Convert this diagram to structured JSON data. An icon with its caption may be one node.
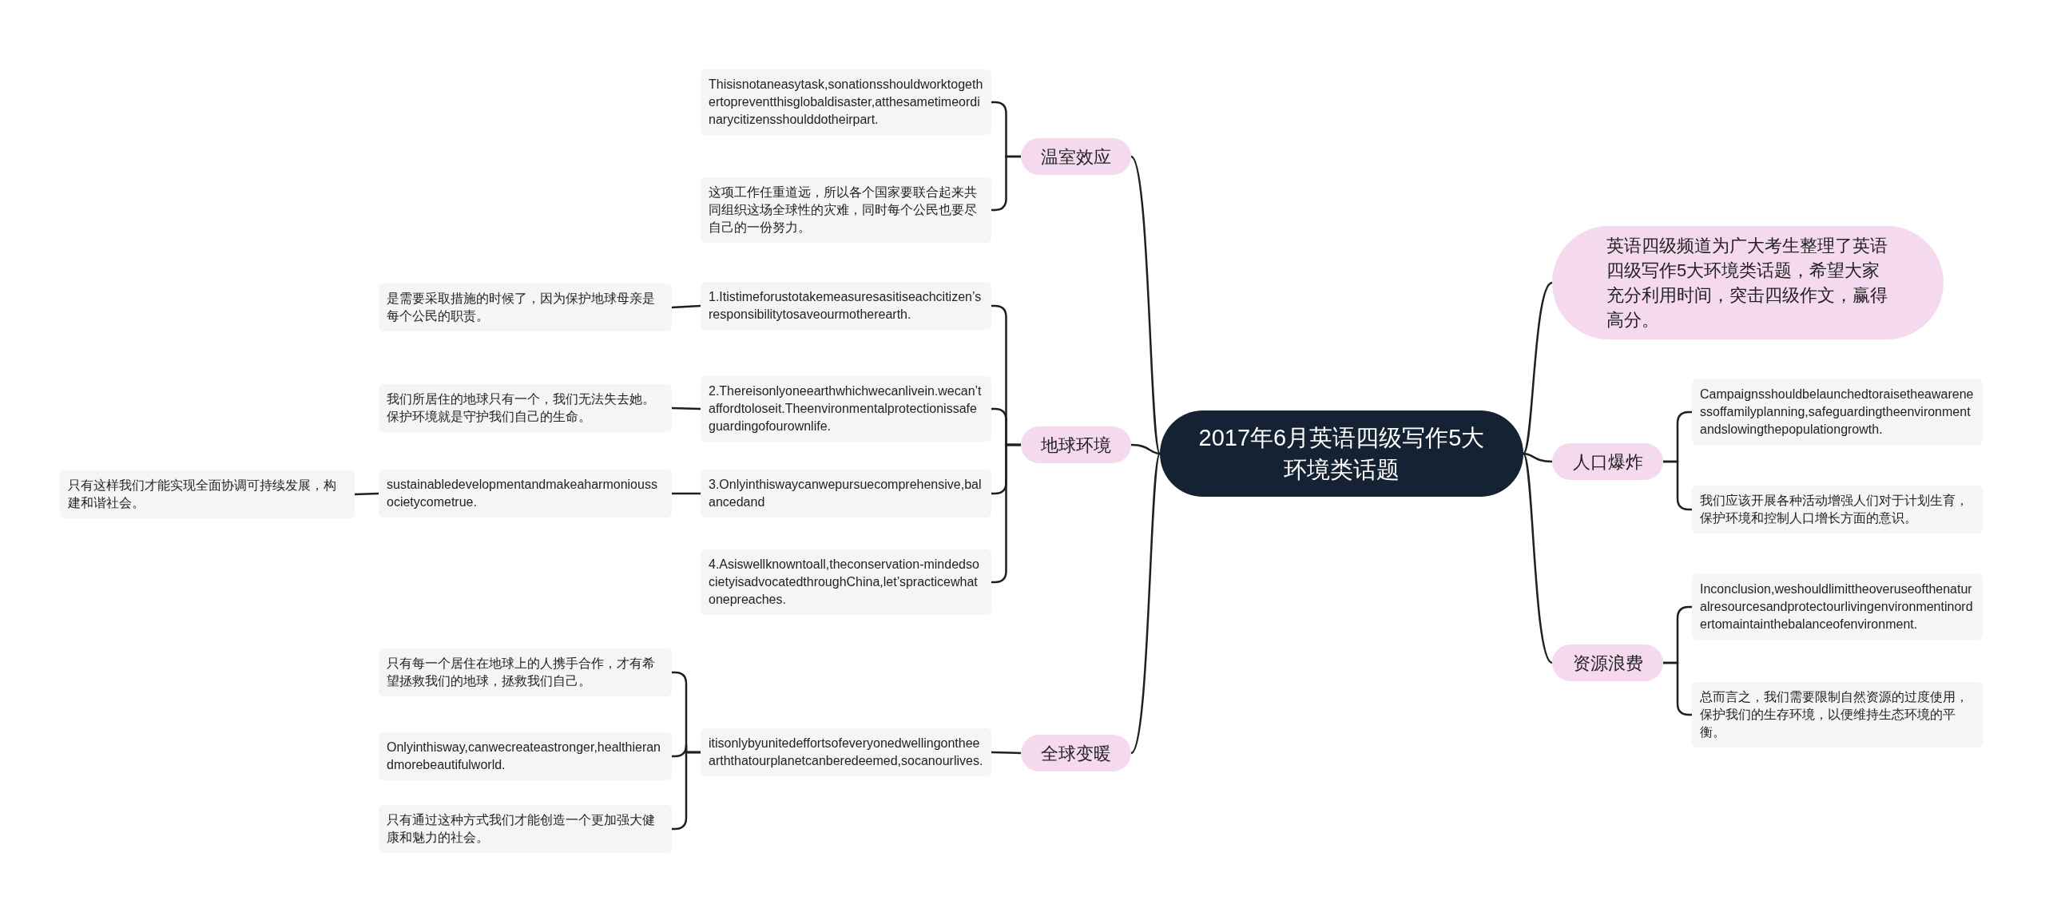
{
  "diagram": {
    "nodes": [
      {
        "text": [
          "2017年6月英语四级写作5大环境类话题"
        ]
      },
      {
        "text": [
          "温室效应"
        ]
      },
      {
        "text": [
          "Thisisnotaneasytask,sonationsshouldworktogethertopreventthisglobaldisaster,atthesametimeordinarycitizensshoulddotheirpart."
        ]
      },
      {
        "text": [
          "这项工作任重道远，所以各个国家要联合起来共同组织这场全球性的灾难，同时每个公民也要尽自己的一份努力。"
        ]
      },
      {
        "text": [
          "地球环境"
        ]
      },
      {
        "text": [
          "1.Itistimeforustotakemeasuresasitiseachcitizen’sresponsibilitytosaveourmotherearth."
        ]
      },
      {
        "text": [
          "是需要采取措施的时候了，因为保护地球母亲是每个公民的职责。"
        ]
      },
      {
        "text": [
          "2.Thereisonlyoneearthwhichwecanlivein.wecan’taffordtoloseit.Theenvironmentalprotectionissafeguardingofourownlife."
        ]
      },
      {
        "text": [
          "我们所居住的地球只有一个，我们无法失去她。保护环境就是守护我们自己的生命。"
        ]
      },
      {
        "text": [
          "3.Onlyinthiswaycanwepursuecomprehensive,balancedand"
        ]
      },
      {
        "text": [
          "sustainabledevelopmentandmakeaharmonioussocietycometrue."
        ]
      },
      {
        "text": [
          "只有这样我们才能实现全面协调可持续发展，构建和谐社会。"
        ]
      },
      {
        "text": [
          "4.Asiswellknowntoall,theconservation-mindedsocietyisadvocatedthroughChina,let’spracticewhatonepreaches."
        ]
      },
      {
        "text": [
          "全球变暖"
        ]
      },
      {
        "text": [
          "itisonlybyunitedeffortsofeveryonedwellingontheearththatourplanetcanberedeemed,socanourlives."
        ]
      },
      {
        "text": [
          "只有每一个居住在地球上的人携手合作，才有希望拯救我们的地球，拯救我们自己。"
        ]
      },
      {
        "text": [
          "Onlyinthisway,canwecreateastronger,healthierandmorebeautifulworld."
        ]
      },
      {
        "text": [
          "只有通过这种方式我们才能创造一个更加强大健康和魅力的社会。"
        ]
      },
      {
        "text": [
          "英语四级频道为广大考生整理了英语四级写作5大环境类话题，希望大家充分利用时间，突击四级作文，赢得高分。"
        ]
      },
      {
        "text": [
          "人口爆炸"
        ]
      },
      {
        "text": [
          "Campaignsshouldbelaunchedtoraisetheawarenessoffamilyplanning,safeguardingtheenvironmentandslowingthepopulationgrowth."
        ]
      },
      {
        "text": [
          "我们应该开展各种活动增强人们对于计划生育，保护环境和控制人口增长方面的意识。"
        ]
      },
      {
        "text": [
          "资源浪费"
        ]
      },
      {
        "text": [
          "Inconclusion,weshouldlimittheoveruseofthenaturalresourcesandprotectourlivingenvironmentinordertomaintainthebalanceofenvironment."
        ]
      },
      {
        "text": [
          "总而言之，我们需要限制自然资源的过度使用，保护我们的生存环境，以便维持生态环境的平衡。"
        ]
      }
    ],
    "edges": [
      {
        "from": 0,
        "to": 1,
        "arrow": "none"
      },
      {
        "from": 1,
        "to": 2,
        "arrow": "none"
      },
      {
        "from": 1,
        "to": 3,
        "arrow": "none"
      },
      {
        "from": 0,
        "to": 4,
        "arrow": "none"
      },
      {
        "from": 4,
        "to": 5,
        "arrow": "none"
      },
      {
        "from": 5,
        "to": 6,
        "arrow": "none"
      },
      {
        "from": 4,
        "to": 7,
        "arrow": "none"
      },
      {
        "from": 7,
        "to": 8,
        "arrow": "none"
      },
      {
        "from": 4,
        "to": 9,
        "arrow": "none"
      },
      {
        "from": 9,
        "to": 10,
        "arrow": "none"
      },
      {
        "from": 10,
        "to": 11,
        "arrow": "none"
      },
      {
        "from": 4,
        "to": 12,
        "arrow": "none"
      },
      {
        "from": 0,
        "to": 13,
        "arrow": "none"
      },
      {
        "from": 13,
        "to": 14,
        "arrow": "none"
      },
      {
        "from": 14,
        "to": 15,
        "arrow": "none"
      },
      {
        "from": 14,
        "to": 16,
        "arrow": "none"
      },
      {
        "from": 14,
        "to": 17,
        "arrow": "none"
      },
      {
        "from": 0,
        "to": 18,
        "arrow": "none"
      },
      {
        "from": 0,
        "to": 19,
        "arrow": "none"
      },
      {
        "from": 19,
        "to": 20,
        "arrow": "none"
      },
      {
        "from": 19,
        "to": 21,
        "arrow": "none"
      },
      {
        "from": 0,
        "to": 22,
        "arrow": "none"
      },
      {
        "from": 22,
        "to": 23,
        "arrow": "none"
      },
      {
        "from": 22,
        "to": 24,
        "arrow": "none"
      }
    ]
  }
}
